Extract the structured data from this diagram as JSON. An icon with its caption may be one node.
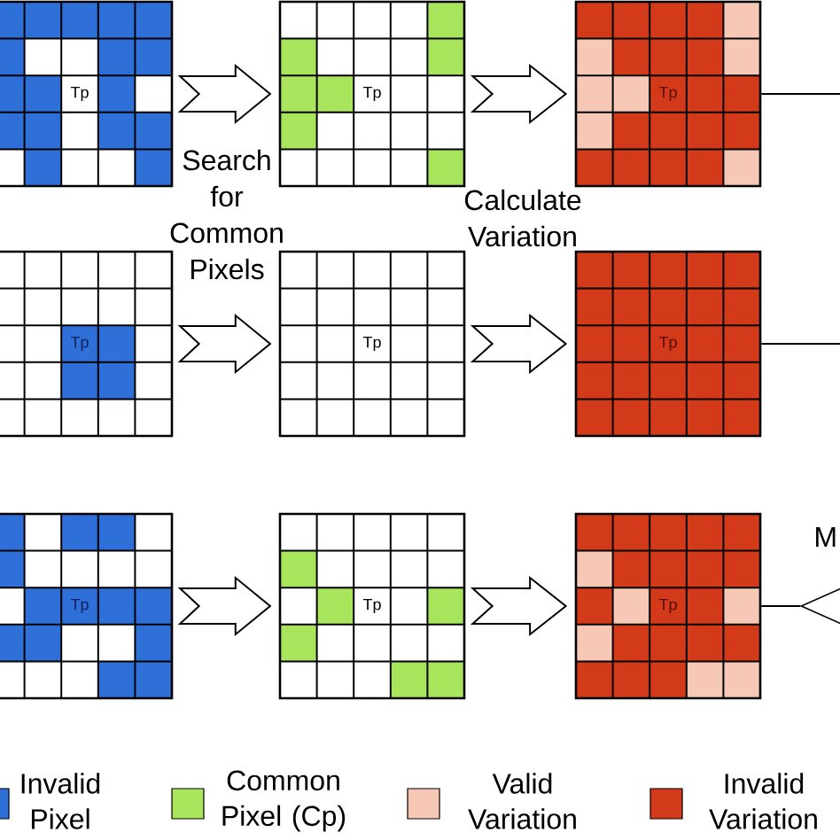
{
  "diagram": {
    "nodes": [
      {
        "text": [
          "Tp"
        ]
      },
      {
        "text": [
          "Tp"
        ]
      },
      {
        "text": [
          "Tp"
        ]
      },
      {
        "text": [
          "Tp"
        ]
      },
      {
        "text": [
          "Tp"
        ]
      },
      {
        "text": [
          "Tp"
        ]
      },
      {
        "text": [
          "Tp"
        ]
      },
      {
        "text": [
          "Tp"
        ]
      },
      {
        "text": [
          "Tp"
        ]
      },
      {
        "text": [],
        "shape": "diamond"
      }
    ],
    "edges": [
      {
        "from": 0,
        "to": 1,
        "arrow": "to"
      },
      {
        "from": 1,
        "to": 2,
        "arrow": "to"
      },
      {
        "from": 3,
        "to": 4,
        "arrow": "to"
      },
      {
        "from": 4,
        "to": 5,
        "arrow": "to"
      },
      {
        "from": 6,
        "to": 7,
        "arrow": "to"
      },
      {
        "from": 7,
        "to": 8,
        "arrow": "to"
      },
      {
        "from": 2,
        "to": null,
        "arrow": "none"
      },
      {
        "from": 5,
        "to": null,
        "arrow": "none"
      },
      {
        "from": 8,
        "to": 9,
        "arrow": "none"
      }
    ],
    "labels": [
      "Search for Common Pixels",
      "Calculate Variation",
      "M"
    ],
    "legend": [
      {
        "text": "Invalid Pixel",
        "color": "#2f6fd8"
      },
      {
        "text": "Common Pixel (Cp)",
        "color": "#a8e55c"
      },
      {
        "text": "Valid Variation",
        "color": "#f8c8b6"
      },
      {
        "text": "Invalid Variation",
        "color": "#d23a1a"
      }
    ]
  }
}
